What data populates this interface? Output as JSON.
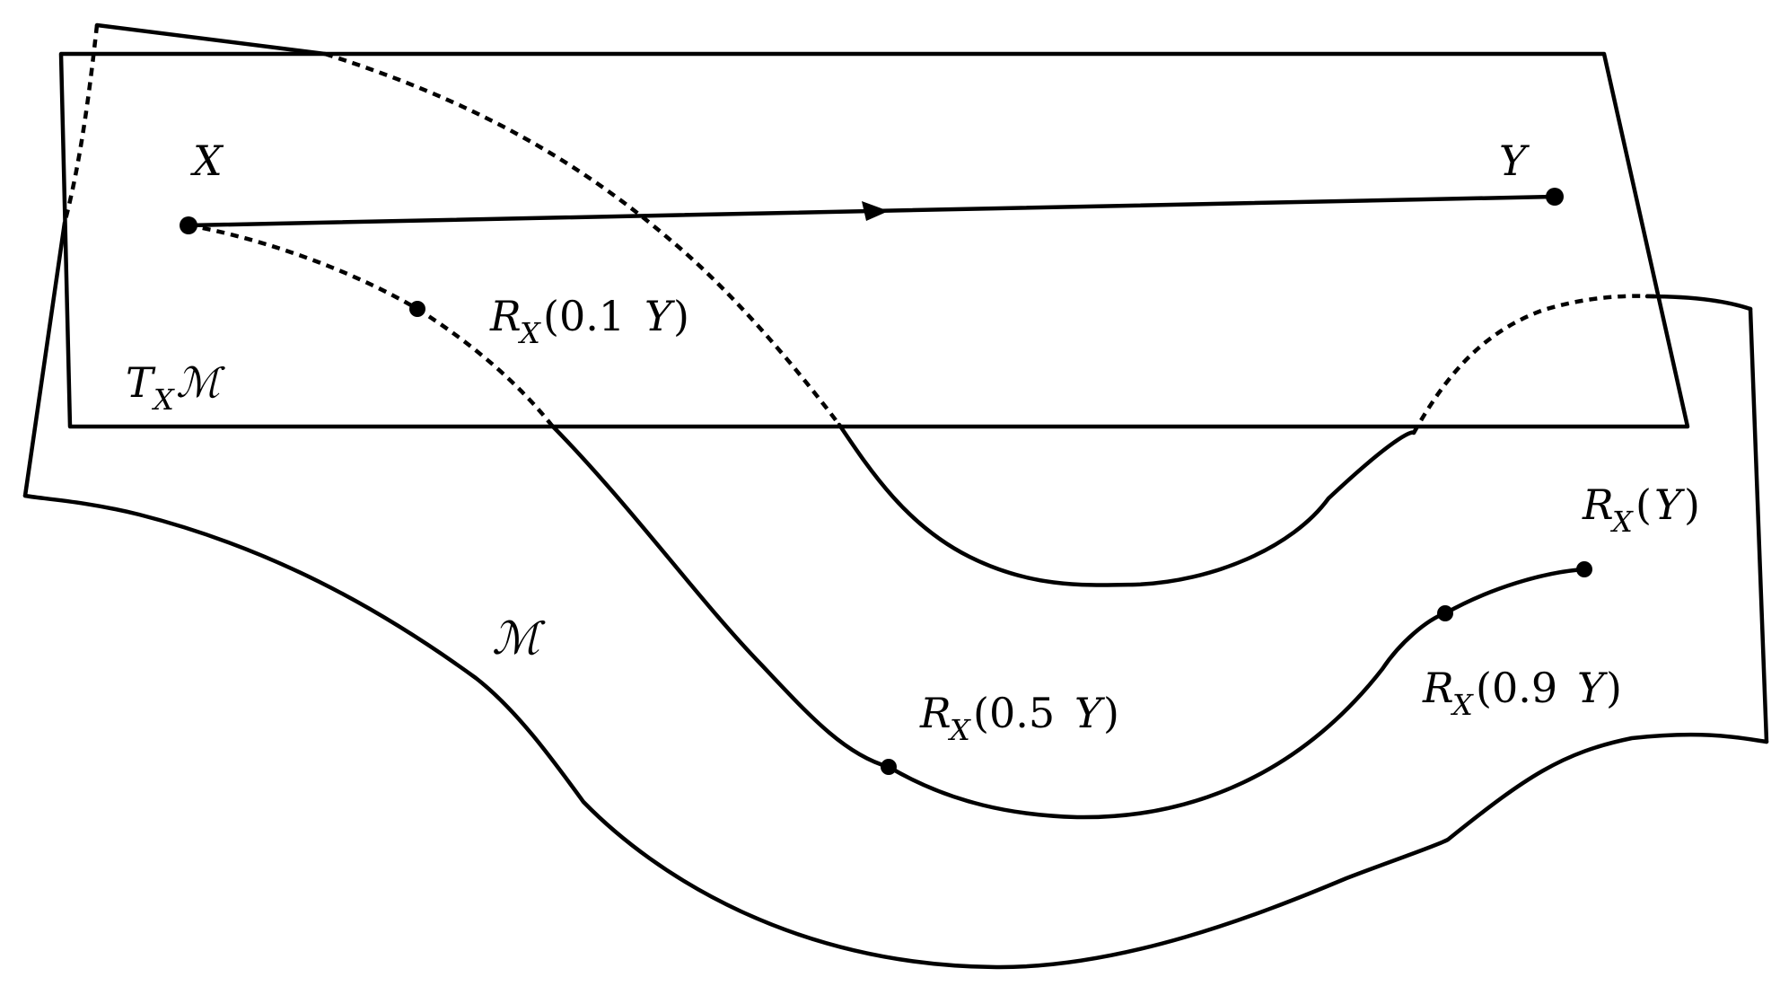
{
  "labels": {
    "x_point": "X",
    "y_point": "Y",
    "tangent_space": {
      "main": "T",
      "sub": "X",
      "space": "ℳ"
    },
    "manifold": "ℳ",
    "r01": {
      "main": "R",
      "sub": "X",
      "arg": "(0.1",
      "var": "Y",
      "close": ")"
    },
    "r05": {
      "main": "R",
      "sub": "X",
      "arg": "(0.5",
      "var": "Y",
      "close": ")"
    },
    "r09": {
      "main": "R",
      "sub": "X",
      "arg": "(0.9",
      "var": "Y",
      "close": ")"
    },
    "r1": {
      "main": "R",
      "sub": "X",
      "arg": "(",
      "var": "Y",
      "close": ")"
    }
  },
  "colors": {
    "ink": "#000000",
    "background": "#ffffff"
  }
}
